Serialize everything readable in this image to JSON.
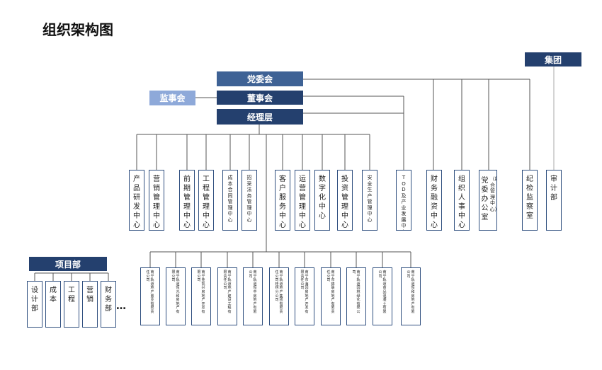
{
  "title": "组织架构图",
  "colors": {
    "navy": "#24406e",
    "navy_light": "#3e6295",
    "blue_light": "#8ea9d9",
    "line": "#555555"
  },
  "top": {
    "group": "集团",
    "party": "党委会",
    "board": "董事会",
    "supervisory": "监事会",
    "management": "经理层"
  },
  "departments": [
    {
      "label": "产品研发中心"
    },
    {
      "label": "营销管理中心"
    },
    {
      "label": "前期管理中心"
    },
    {
      "label": "工程管理中心"
    },
    {
      "label": "成本合同管理中心"
    },
    {
      "label": "招采法务管理中心"
    },
    {
      "label": "客户服务中心"
    },
    {
      "label": "运营管理中心"
    },
    {
      "label": "数字化中心"
    },
    {
      "label": "投资管理中心"
    },
    {
      "label": "安全生产管理中心"
    },
    {
      "label": "TOD及产业发展中心"
    },
    {
      "label": "财务融资中心"
    },
    {
      "label": "组织人事中心"
    },
    {
      "label": "党委办公室",
      "sub": "（综合管理中心）"
    },
    {
      "label": "纪检监察室"
    },
    {
      "label": "审计部"
    }
  ],
  "project": {
    "title": "项目部",
    "items": [
      "设计部",
      "成本",
      "工程",
      "营销",
      "财务部"
    ],
    "ellipsis": "…"
  },
  "companies": [
    "南宁轨道地产置业有限责任公司",
    "南宁轨道恒元和房地产有限公司",
    "南宁金凯兴房地产开发有限公司",
    "南宁轨道地产建设工程有限责任公司",
    "南宁轨道恒中房地产有限公司",
    "南宁轨道地产集团有限责任公司桂林分公司",
    "南宁市海园房地产开发有限责任公司",
    "南宁市锦联房地产有限责任公司",
    "南宁轨道园林绿化有限公司",
    "南宁轨道商品混凝土有限公司",
    "南宁轨道恒和房地产有限公司"
  ]
}
